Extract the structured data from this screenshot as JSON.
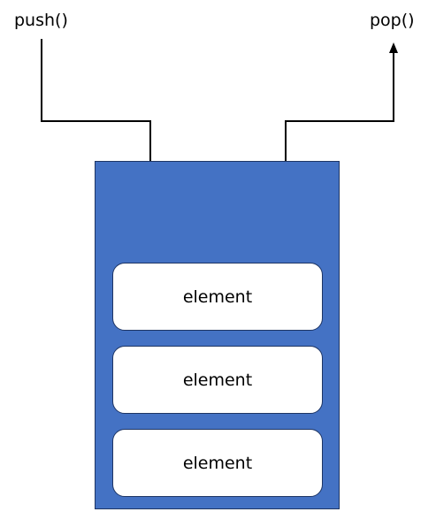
{
  "labels": {
    "push": "push()",
    "pop": "pop()"
  },
  "stack": {
    "elements": [
      "element",
      "element",
      "element"
    ]
  },
  "colors": {
    "container_fill": "#4472c4",
    "container_border": "#1e3564",
    "element_fill": "#ffffff",
    "line": "#000000"
  }
}
